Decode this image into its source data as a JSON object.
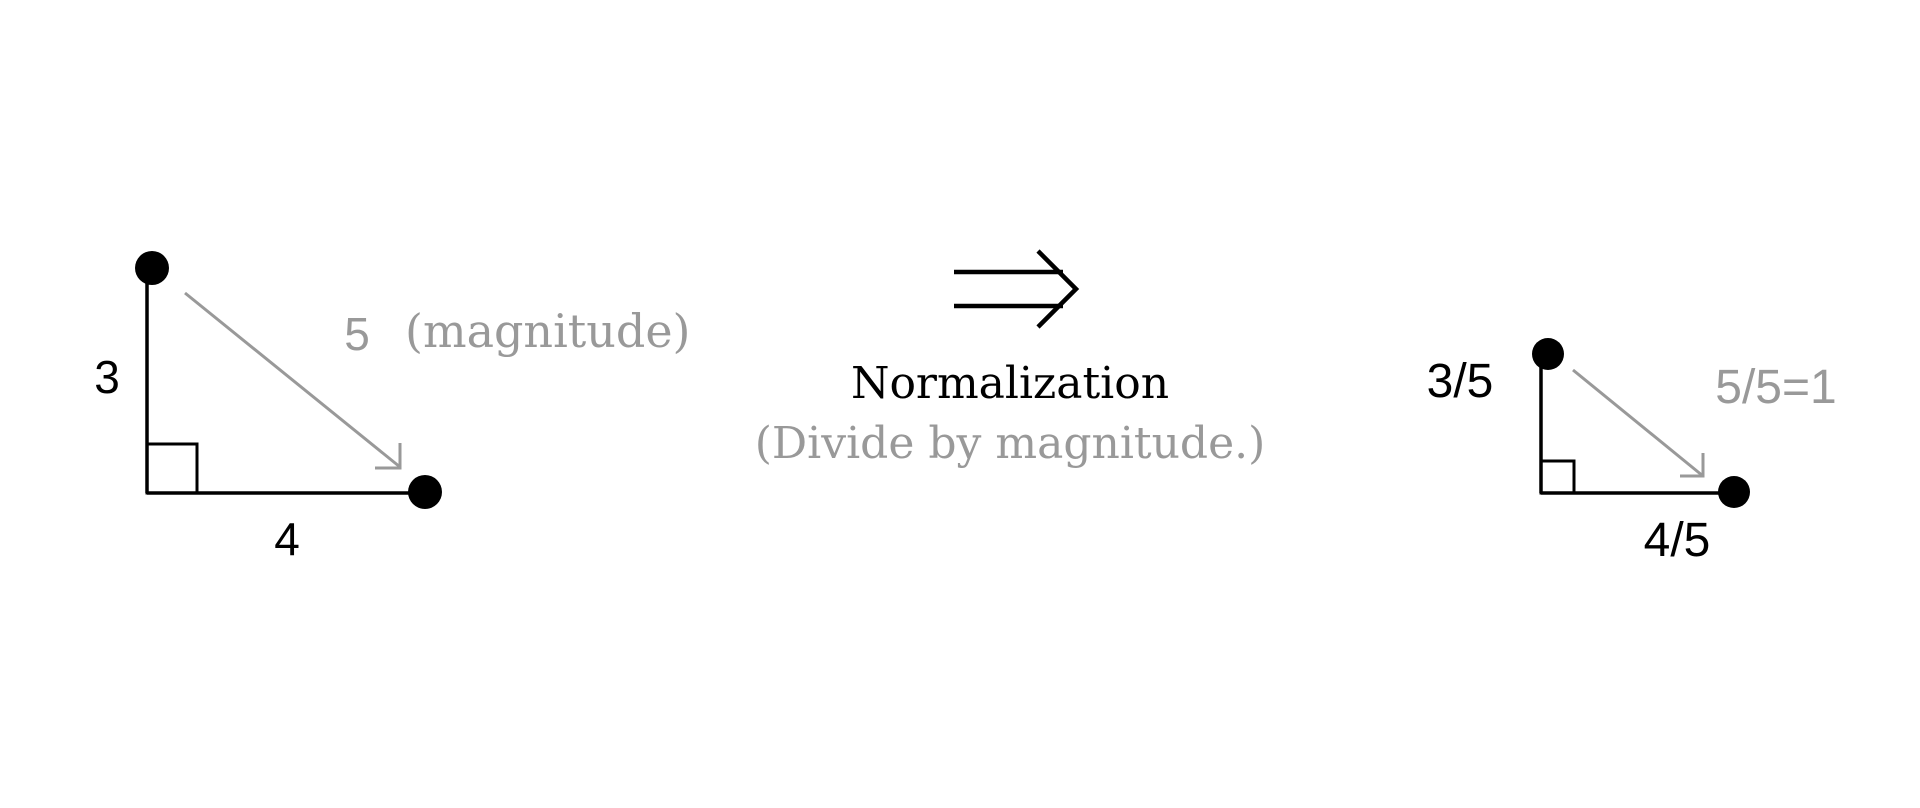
{
  "colors": {
    "ink": "#000000",
    "muted": "#999999",
    "background": "#ffffff"
  },
  "left_triangle": {
    "vertical_label": "3",
    "horizontal_label": "4",
    "hypotenuse_value": "5",
    "hypotenuse_note": "(magnitude)"
  },
  "transform": {
    "arrow_symbol_name": "double-right-arrow-icon",
    "title": "Normalization",
    "subtitle": "(Divide by magnitude.)"
  },
  "right_triangle": {
    "vertical_label": "3/5",
    "horizontal_label": "4/5",
    "hypotenuse_label": "5/5=1"
  }
}
